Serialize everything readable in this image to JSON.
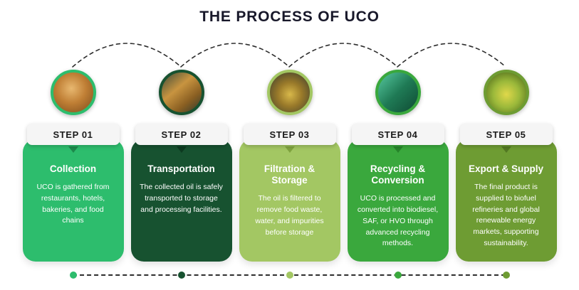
{
  "title": "THE PROCESS OF UCO",
  "connector_color": "#2e2e2e",
  "steps": [
    {
      "label": "STEP 01",
      "title": "Collection",
      "description": "UCO is gathered from restaurants, hotels, bakeries, and food chains",
      "color": "#2dbd6d",
      "pointer_color": "#1d8a4c",
      "image_alt": "Fried food in a cooking pan"
    },
    {
      "label": "STEP 02",
      "title": "Transportation",
      "description": "The collected oil is safely transported to storage and processing facilities.",
      "color": "#175230",
      "pointer_color": "#0d3a20",
      "image_alt": "Bottled used cooking oil in bags"
    },
    {
      "label": "STEP 03",
      "title": "Filtration & Storage",
      "description": "The oil is filtered to remove food waste, water, and impurities before storage",
      "color": "#a3c763",
      "pointer_color": "#7fa33f",
      "image_alt": "Jar filtering used cooking oil"
    },
    {
      "label": "STEP 04",
      "title": "Recycling & Conversion",
      "description": "UCO is processed and converted into biodiesel, SAF, or HVO through advanced recycling methods.",
      "color": "#3aa83d",
      "pointer_color": "#27842a",
      "image_alt": "Industrial recycling machinery"
    },
    {
      "label": "STEP 05",
      "title": "Export & Supply",
      "description": "The final product is supplied to biofuel refineries and global renewable energy markets, supporting sustainability.",
      "color": "#6e9c33",
      "pointer_color": "#527822",
      "image_alt": "Glass of refined biofuel oil"
    }
  ]
}
